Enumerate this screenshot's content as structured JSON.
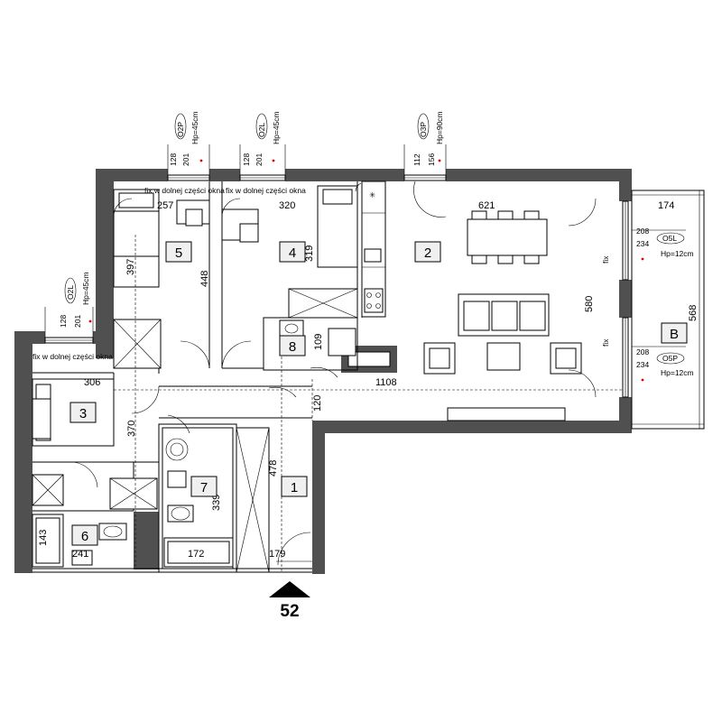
{
  "plan": {
    "apartment_number": "52",
    "rooms": [
      {
        "id": "room-1",
        "number": "1"
      },
      {
        "id": "room-2",
        "number": "2"
      },
      {
        "id": "room-3",
        "number": "3"
      },
      {
        "id": "room-4",
        "number": "4"
      },
      {
        "id": "room-5",
        "number": "5"
      },
      {
        "id": "room-6",
        "number": "6"
      },
      {
        "id": "room-7",
        "number": "7"
      },
      {
        "id": "room-8",
        "number": "8"
      },
      {
        "id": "balcony",
        "number": "B"
      }
    ],
    "dimensions": {
      "d621": "621",
      "d174": "174",
      "d580": "580",
      "d568": "568",
      "d1108": "1108",
      "d120": "120",
      "d257": "257",
      "d320": "320",
      "d397": "397",
      "d448": "448",
      "d319": "319",
      "d109": "109",
      "d306": "306",
      "d370": "370",
      "d478": "478",
      "d339": "339",
      "d172": "172",
      "d179": "179",
      "d143": "143",
      "d241": "241"
    },
    "windows": [
      {
        "id": "w-o2p",
        "code": "O2P",
        "hp": "Hp=45cm",
        "w1": "128",
        "w2": "201"
      },
      {
        "id": "w-o2l-top",
        "code": "O2L",
        "hp": "Hp=45cm",
        "w1": "128",
        "w2": "201"
      },
      {
        "id": "w-o3p",
        "code": "O3P",
        "hp": "Hp=90cm",
        "w1": "112",
        "w2": "156"
      },
      {
        "id": "w-o2l-left",
        "code": "O2L",
        "hp": "Hp=45cm",
        "w1": "128",
        "w2": "201"
      },
      {
        "id": "w-o5l",
        "code": "O5L",
        "hp": "Hp=12cm",
        "w1": "208",
        "w2": "234"
      },
      {
        "id": "w-o5p",
        "code": "O5P",
        "hp": "Hp=12cm",
        "w1": "208",
        "w2": "234"
      }
    ],
    "fix_notes": {
      "room5": "fix w dolnej części okna",
      "room4": "fix w dolnej części okna",
      "room3": "fix w dolnej części okna",
      "fix_label": "fix"
    }
  }
}
